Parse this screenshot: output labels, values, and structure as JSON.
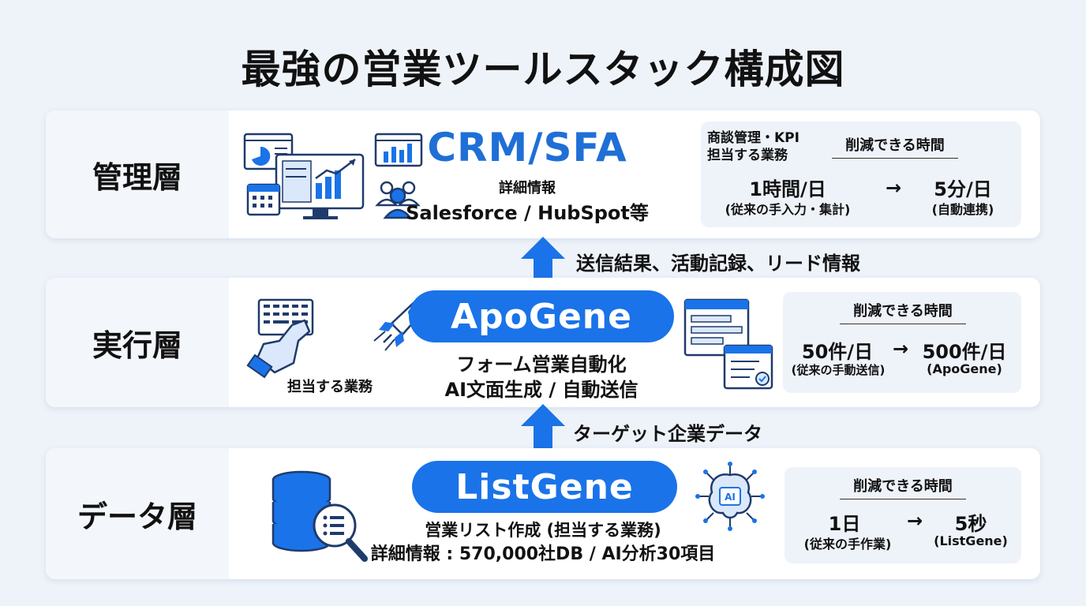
{
  "title": "最強の営業ツールスタック構成図",
  "layers": {
    "management": {
      "label": "管理層",
      "name": "CRM/SFA",
      "detail_label": "詳細情報",
      "detail": "Salesforce / HubSpot等",
      "task_label_line1": "商談管理・KPI",
      "task_label_line2": "担当する業務",
      "saving_title": "削減できる時間",
      "before_value": "1時間/日",
      "before_note": "(従来の手入力・集計)",
      "after_value": "5分/日",
      "after_note": "(自動連携)",
      "arrow": "→"
    },
    "execution": {
      "label": "実行層",
      "name": "ApoGene",
      "task_label": "担当する業務",
      "line1": "フォーム営業自動化",
      "line2": "AI文面生成 / 自動送信",
      "saving_title": "削減できる時間",
      "before_value": "50件/日",
      "before_note": "(従来の手動送信)",
      "after_value": "500件/日",
      "after_note": "(ApoGene)",
      "arrow": "→"
    },
    "data": {
      "label": "データ層",
      "name": "ListGene",
      "line1": "営業リスト作成 (担当する業務)",
      "line2": "詳細情報 : 570,000社DB / AI分析30項目",
      "saving_title": "削減できる時間",
      "before_value": "1日",
      "before_note": "(従来の手作業)",
      "after_value": "5秒",
      "after_note": "(ListGene)",
      "arrow": "→",
      "ai_chip": "AI"
    }
  },
  "flows": {
    "upper": "送信結果、活動記録、リード情報",
    "lower": "ターゲット企業データ"
  },
  "colors": {
    "accent": "#1a73e8",
    "accent_text": "#1f6fd6",
    "panel": "#eef3fa",
    "label_bg": "#f3f6fb"
  }
}
